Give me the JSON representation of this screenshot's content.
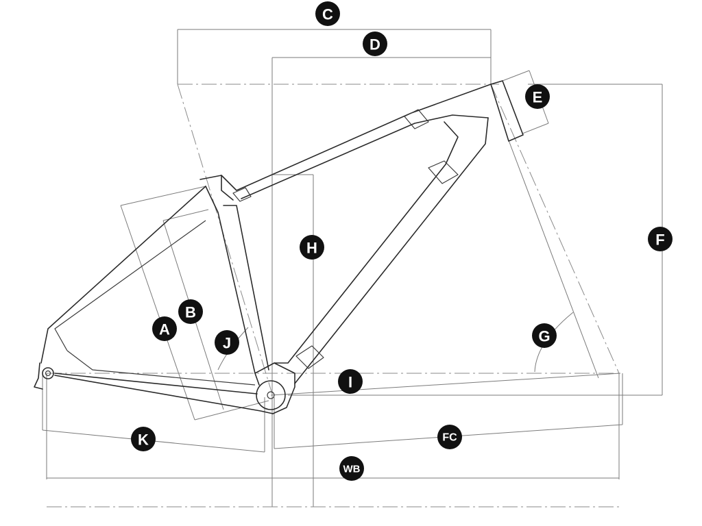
{
  "diagram": {
    "subject": "bicycle-frame-geometry",
    "labels": {
      "A": "A",
      "B": "B",
      "C": "C",
      "D": "D",
      "E": "E",
      "F": "F",
      "G": "G",
      "H": "H",
      "I": "I",
      "J": "J",
      "K": "K",
      "FC": "FC",
      "WB": "WB"
    },
    "colors": {
      "badge": "#111111",
      "badge_text": "#ffffff",
      "frame_line": "#2a2a2a",
      "dimension_line": "#7a7a7a"
    }
  }
}
